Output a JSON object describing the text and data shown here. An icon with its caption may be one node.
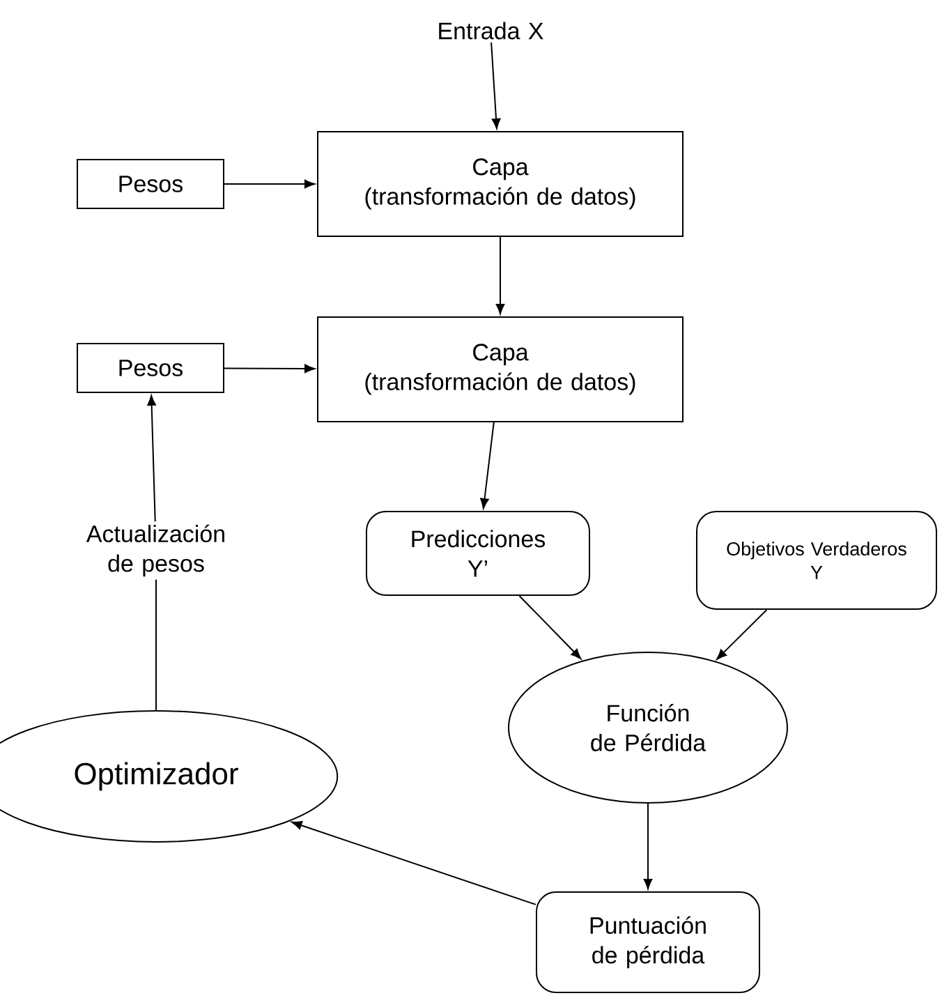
{
  "diagram": {
    "nodes": [
      {
        "text": [
          "Entrada X"
        ]
      },
      {
        "text": [
          "Pesos"
        ]
      },
      {
        "text": [
          "Capa",
          "(transformación de datos)"
        ]
      },
      {
        "text": [
          "Pesos"
        ]
      },
      {
        "text": [
          "Capa",
          "(transformación de datos)"
        ]
      },
      {
        "text": [
          "Actualización de pesos"
        ]
      },
      {
        "text": [
          "Predicciones",
          "Y’"
        ]
      },
      {
        "text": [
          "Objetivos Verdaderos",
          "Y"
        ]
      },
      {
        "text": [
          "Función de Pérdida"
        ]
      },
      {
        "text": [
          "Optimizador"
        ]
      },
      {
        "text": [
          "Puntuación de pérdida"
        ]
      }
    ],
    "edges": [
      {
        "from": 0,
        "to": 2,
        "arrow": "to"
      },
      {
        "from": 1,
        "to": 2,
        "arrow": "to"
      },
      {
        "from": 2,
        "to": 4,
        "arrow": "to"
      },
      {
        "from": 3,
        "to": 4,
        "arrow": "to"
      },
      {
        "from": 4,
        "to": 6,
        "arrow": "to"
      },
      {
        "from": 9,
        "to": 5,
        "arrow": "none"
      },
      {
        "from": 5,
        "to": 3,
        "arrow": "to"
      },
      {
        "from": 6,
        "to": 8,
        "arrow": "to"
      },
      {
        "from": 7,
        "to": 8,
        "arrow": "to"
      },
      {
        "from": 8,
        "to": 10,
        "arrow": "to"
      },
      {
        "from": 10,
        "to": 9,
        "arrow": "to"
      }
    ]
  }
}
